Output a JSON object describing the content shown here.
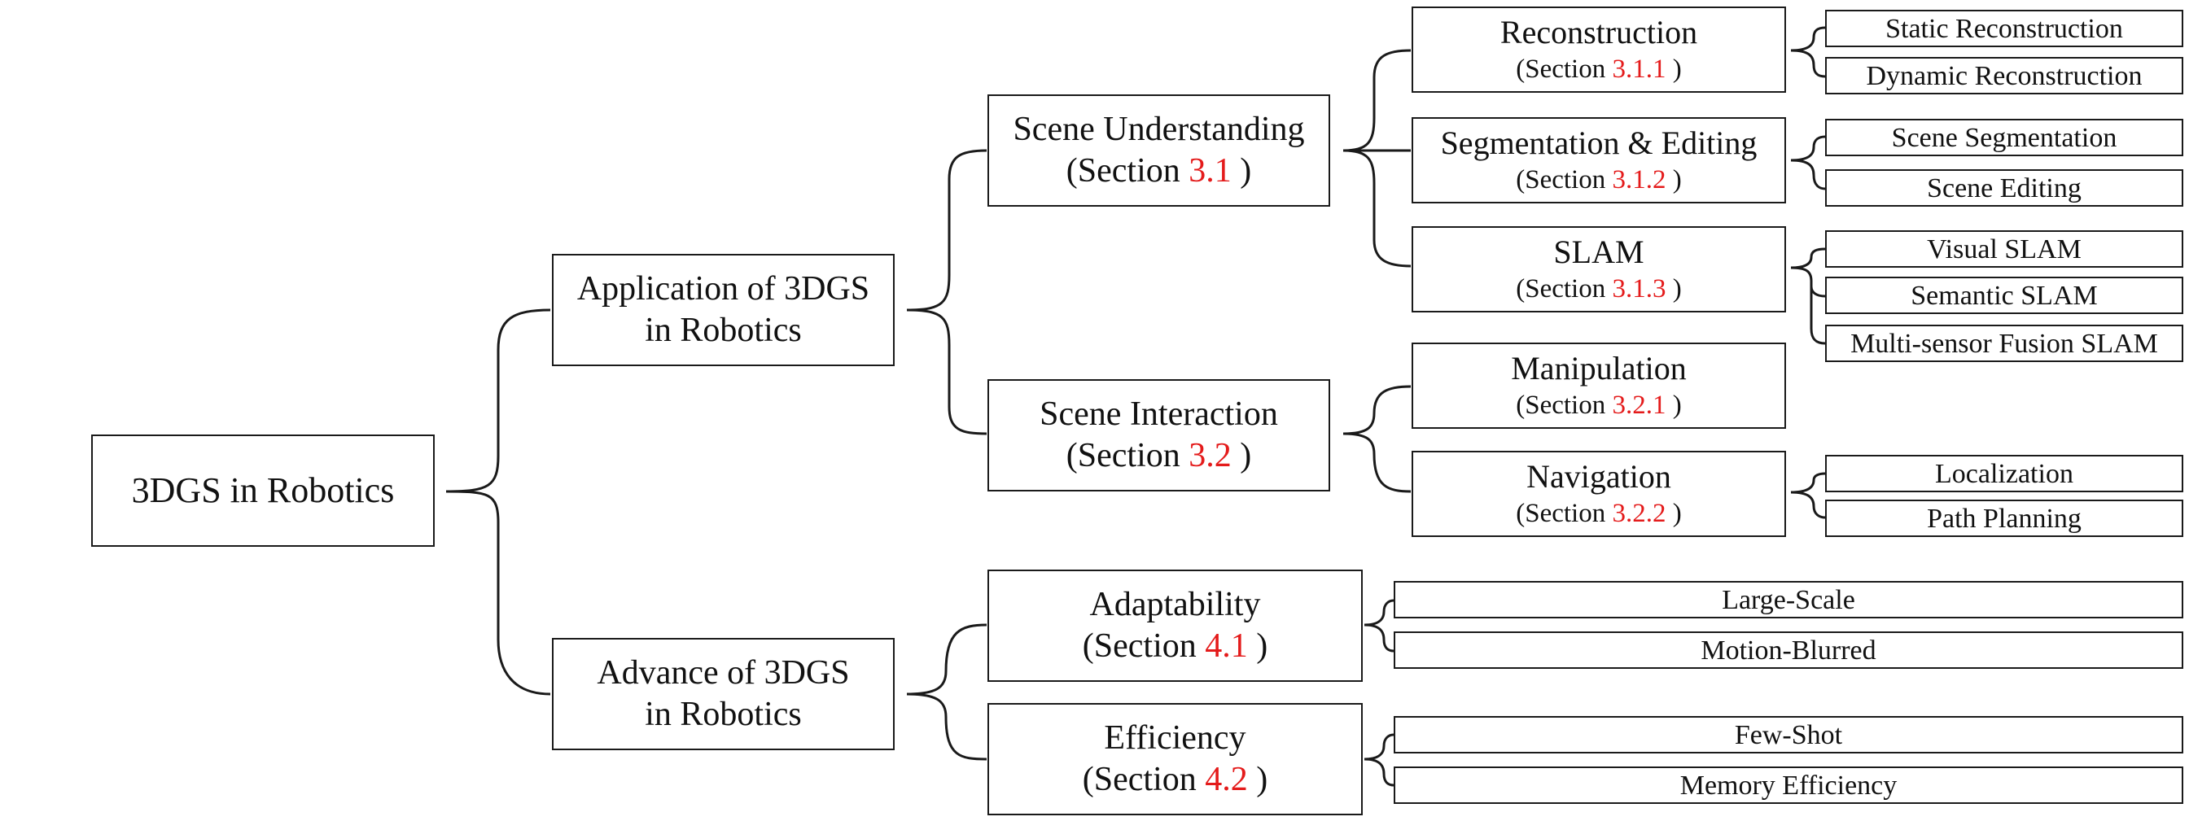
{
  "root": {
    "label": "3DGS in Robotics"
  },
  "application": {
    "line1": "Application of 3DGS",
    "line2": "in Robotics"
  },
  "advance": {
    "line1": "Advance of 3DGS",
    "line2": "in Robotics"
  },
  "section_prefix": "(Section",
  "section_suffix": ")",
  "scene_understanding": {
    "title": "Scene Understanding",
    "num": "3.1"
  },
  "scene_interaction": {
    "title": "Scene Interaction",
    "num": "3.2"
  },
  "adaptability": {
    "title": "Adaptability",
    "num": "4.1"
  },
  "efficiency": {
    "title": "Efficiency",
    "num": "4.2"
  },
  "reconstruction": {
    "title": "Reconstruction",
    "num": "3.1.1"
  },
  "segmentation_editing": {
    "title": "Segmentation & Editing",
    "num": "3.1.2"
  },
  "slam": {
    "title": "SLAM",
    "num": "3.1.3"
  },
  "manipulation": {
    "title": "Manipulation",
    "num": "3.2.1"
  },
  "navigation": {
    "title": "Navigation",
    "num": "3.2.2"
  },
  "leaves": {
    "static_reconstruction": "Static Reconstruction",
    "dynamic_reconstruction": "Dynamic Reconstruction",
    "scene_segmentation": "Scene Segmentation",
    "scene_editing": "Scene Editing",
    "visual_slam": "Visual SLAM",
    "semantic_slam": "Semantic SLAM",
    "multi_sensor_fusion_slam": "Multi-sensor Fusion SLAM",
    "localization": "Localization",
    "path_planning": "Path Planning",
    "large_scale": "Large-Scale",
    "motion_blurred": "Motion-Blurred",
    "few_shot": "Few-Shot",
    "memory_efficiency": "Memory Efficiency"
  },
  "colors": {
    "section_number": "#e41b1b",
    "border": "#1a1a1a"
  }
}
